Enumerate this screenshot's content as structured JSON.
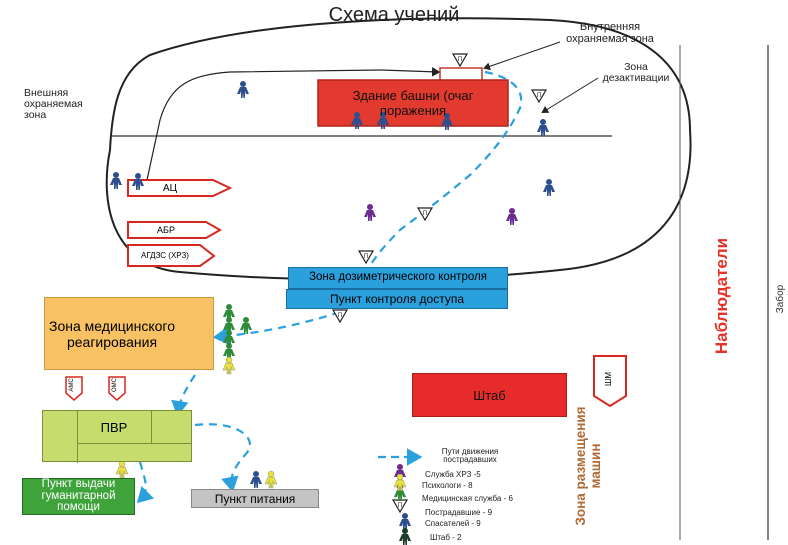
{
  "title": "Схема учений",
  "zones": {
    "inner_guarded": "Внутренняя охраняемая зона",
    "outer_guarded": "Внешняя охраняемая зона",
    "decontamination": "Зона дезактивации",
    "observers": "Наблюдатели",
    "fence": "Забор",
    "vehicles": "Зона размещения машин"
  },
  "boxes": {
    "tower": "Здание башни (очаг поражения",
    "dosimetric": "Зона дозиметрического контроля",
    "access": "Пункт контроля доступа",
    "medical": "Зона медицинского реагирования",
    "pvr": "ПВР",
    "hq": "Штаб",
    "food": "Пункт питания",
    "humanitarian": "Пункт выдачи гуманитарной помощи"
  },
  "vehicles": {
    "ac": "АЦ",
    "abr": "АБР",
    "agdzs": "АГДЗС (ХРЗ)",
    "amb1": "АМС",
    "amb2": "ОМС",
    "hq_vehicle": "ШМ"
  },
  "legend": {
    "path": "Пути движения пострадавших",
    "items": [
      {
        "label": "Служба ХРЗ -5",
        "color": "#6a2c8e",
        "kind": "person"
      },
      {
        "label": "Психологи - 8",
        "color": "#e8e23a",
        "kind": "person"
      },
      {
        "label": "Медицинская служба - 6",
        "color": "#2e8b3a",
        "kind": "person"
      },
      {
        "label": "Пострадавшие - 9",
        "color": "#ffffff",
        "kind": "victim"
      },
      {
        "label": "Спасателей - 9",
        "color": "#2d4f8e",
        "kind": "person"
      },
      {
        "label": "Штаб - 2",
        "color": "#1f3d2a",
        "kind": "person"
      }
    ]
  },
  "colors": {
    "tower": "#e23a2e",
    "blue_box": "#2aa0dc",
    "medical": "#f7c164",
    "pvr": "#c6dd6d",
    "hq": "#e72b2b",
    "humanitarian": "#3fa33b",
    "food": "#c4c4c4",
    "path": "#2aa0dc",
    "observers": "#e4342a",
    "vehicles_zone": "#b06a35"
  }
}
